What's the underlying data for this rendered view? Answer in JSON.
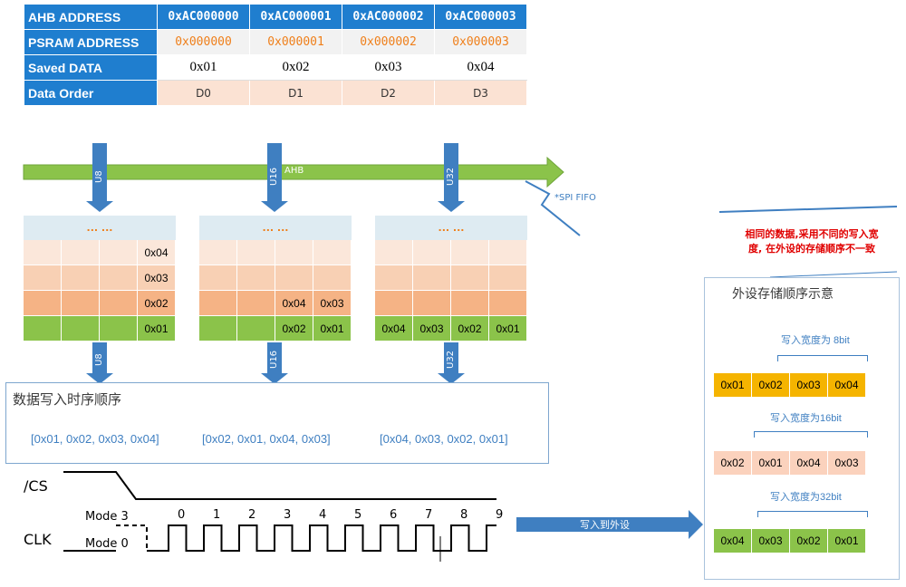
{
  "table": {
    "rows": [
      {
        "label": "AHB ADDRESS",
        "cells": [
          "0xAC000000",
          "0xAC000001",
          "0xAC000002",
          "0xAC000003"
        ]
      },
      {
        "label": "PSRAM ADDRESS",
        "cells": [
          "0x000000",
          "0x000001",
          "0x000002",
          "0x000003"
        ]
      },
      {
        "label": "Saved DATA",
        "cells": [
          "0x01",
          "0x02",
          "0x03",
          "0x04"
        ]
      },
      {
        "label": "Data Order",
        "cells": [
          "D0",
          "D1",
          "D2",
          "D3"
        ]
      }
    ]
  },
  "bus": {
    "label": "AHB",
    "fifo_label": "*SPI FIFO"
  },
  "arrows": {
    "u8": "U8",
    "u16": "U16",
    "u32": "U32"
  },
  "fifo": {
    "ellipsis": "... ...",
    "u8": {
      "r1": [
        "",
        "",
        "",
        "0x04"
      ],
      "r2": [
        "",
        "",
        "",
        "0x03"
      ],
      "r3": [
        "",
        "",
        "",
        "0x02"
      ],
      "r4": [
        "",
        "",
        "",
        "0x01"
      ]
    },
    "u16": {
      "r1": [
        "",
        "",
        "",
        ""
      ],
      "r2": [
        "",
        "",
        "",
        ""
      ],
      "r3": [
        "",
        "",
        "0x04",
        "0x03"
      ],
      "r4": [
        "",
        "",
        "0x02",
        "0x01"
      ]
    },
    "u32": {
      "r1": [
        "",
        "",
        "",
        ""
      ],
      "r2": [
        "",
        "",
        "",
        ""
      ],
      "r3": [
        "",
        "",
        "",
        ""
      ],
      "r4": [
        "0x04",
        "0x03",
        "0x02",
        "0x01"
      ]
    }
  },
  "order": {
    "title": "数据写入时序顺序",
    "seq": [
      "[0x01, 0x02, 0x03, 0x04]",
      "[0x02, 0x01, 0x04, 0x03]",
      "[0x04, 0x03, 0x02, 0x01]"
    ]
  },
  "timing": {
    "cs": "/CS",
    "clk": "CLK",
    "mode3": "Mode 3",
    "mode0": "Mode 0",
    "ticks": [
      "0",
      "1",
      "2",
      "3",
      "4",
      "5",
      "6",
      "7",
      "8",
      "9"
    ]
  },
  "write_arrow": "写入到外设",
  "note": {
    "line1": "相同的数据,采用不同的写入宽",
    "line2": "度, 在外设的存储顺序不一致"
  },
  "panel": {
    "title": "外设存储顺序示意",
    "w8": "写入宽度为 8bit",
    "w16": "写入宽度为16bit",
    "w32": "写入宽度为32bit",
    "row8": [
      "0x01",
      "0x02",
      "0x03",
      "0x04"
    ],
    "row16": [
      "0x02",
      "0x01",
      "0x04",
      "0x03"
    ],
    "row32": [
      "0x04",
      "0x03",
      "0x02",
      "0x01"
    ]
  },
  "colors": {
    "blue": "#1f7ecf",
    "arrow": "#3f7fc1",
    "green": "#8bc34a",
    "orange": "#ef7f1a",
    "note_red": "#e00000",
    "gold": "#f5b400"
  }
}
